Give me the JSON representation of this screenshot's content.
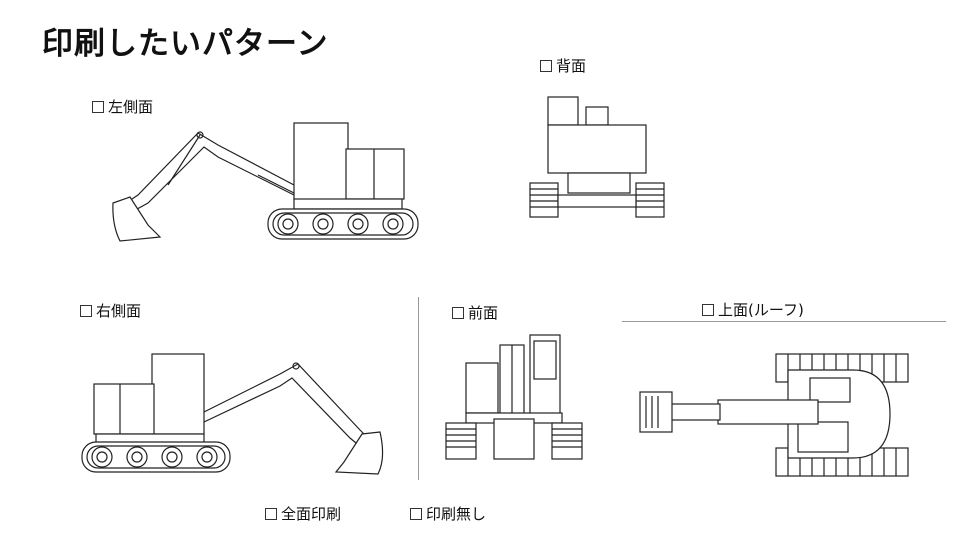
{
  "title": "印刷したいパターン",
  "options": {
    "left_side": "左側面",
    "back": "背面",
    "right_side": "右側面",
    "front": "前面",
    "top": "上面(ルーフ)",
    "all": "全面印刷",
    "none": "印刷無し"
  }
}
